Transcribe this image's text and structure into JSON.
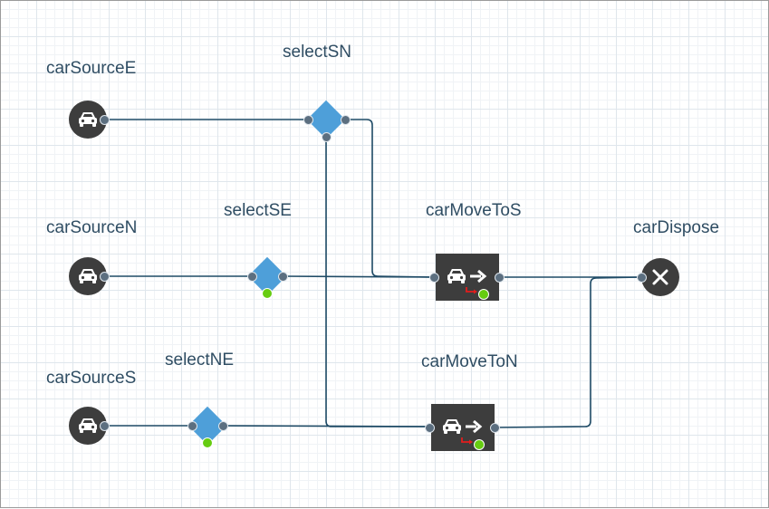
{
  "nodes": {
    "carSourceE": {
      "label": "carSourceE",
      "type": "source",
      "icon": "car-icon"
    },
    "carSourceN": {
      "label": "carSourceN",
      "type": "source",
      "icon": "car-icon"
    },
    "carSourceS": {
      "label": "carSourceS",
      "type": "source",
      "icon": "car-icon"
    },
    "selectSN": {
      "label": "selectSN",
      "type": "select-output",
      "icon": "diamond-icon"
    },
    "selectSE": {
      "label": "selectSE",
      "type": "select-output",
      "icon": "diamond-icon"
    },
    "selectNE": {
      "label": "selectNE",
      "type": "select-output",
      "icon": "diamond-icon"
    },
    "carMoveToS": {
      "label": "carMoveToS",
      "type": "car-move-to",
      "icon": "car-move-icon"
    },
    "carMoveToN": {
      "label": "carMoveToN",
      "type": "car-move-to",
      "icon": "car-move-icon"
    },
    "carDispose": {
      "label": "carDispose",
      "type": "dispose",
      "icon": "close-icon"
    }
  },
  "connections": [
    {
      "from": "carSourceE",
      "to": "selectSN"
    },
    {
      "from": "selectSN",
      "to": "carMoveToS"
    },
    {
      "from": "selectSN",
      "to": "carMoveToN"
    },
    {
      "from": "carSourceN",
      "to": "selectSE"
    },
    {
      "from": "selectSE",
      "to": "carMoveToS"
    },
    {
      "from": "carSourceS",
      "to": "selectNE"
    },
    {
      "from": "selectNE",
      "to": "carMoveToN"
    },
    {
      "from": "carMoveToS",
      "to": "carDispose"
    },
    {
      "from": "carMoveToN",
      "to": "carDispose"
    }
  ],
  "colors": {
    "node_dark": "#3d3d3d",
    "select_blue": "#4e9fd9",
    "link": "#1f4b66",
    "label": "#2f4d63",
    "port": "#5c6f80",
    "port_active": "#66cc11",
    "arrow_red": "#e21d1d"
  }
}
